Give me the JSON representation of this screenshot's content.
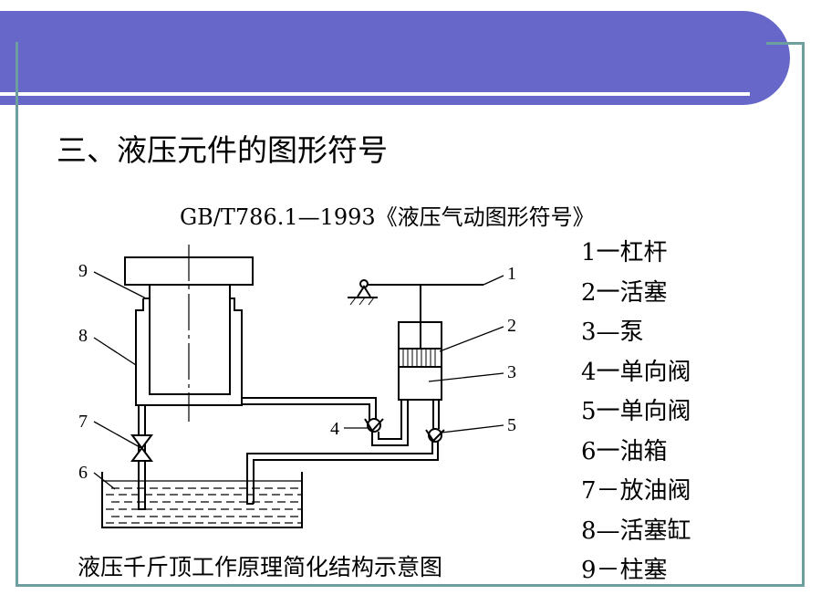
{
  "slide": {
    "title": "三、液压元件的图形符号",
    "standard_ref": "GB/T786.1—1993《液压气动图形符号》",
    "caption": "液压千斤顶工作原理简化结构示意图",
    "legend": [
      "1一杠杆",
      "2一活塞",
      "3—泵",
      "4一单向阀",
      "5一单向阀",
      "6一油箱",
      "7－放油阀",
      "8—活塞缸",
      "9－柱塞"
    ],
    "diagram_labels": [
      "1",
      "2",
      "3",
      "4",
      "5",
      "6",
      "7",
      "8",
      "9"
    ]
  },
  "colors": {
    "header": "#6767c9",
    "frame": "#6c9f9e"
  }
}
